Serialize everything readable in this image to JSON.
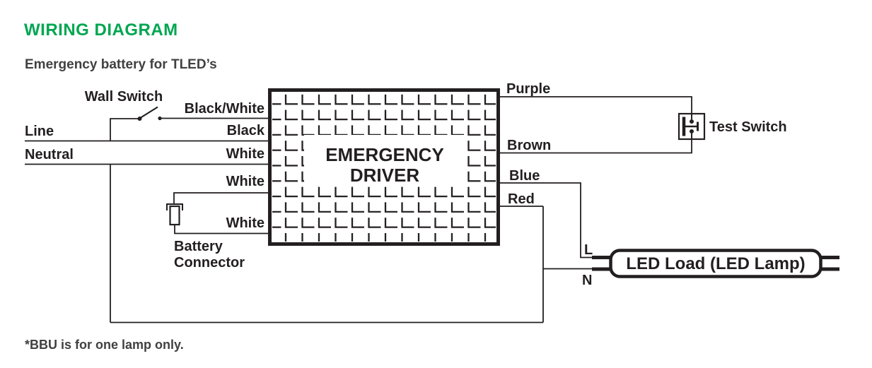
{
  "title": "WIRING DIAGRAM",
  "subtitle": "Emergency battery for TLED’s",
  "footnote": "*BBU is for one lamp only.",
  "colors": {
    "title_green": "#00A651",
    "diagram_ink": "#231F20",
    "text_dark": "#414042",
    "background": "#ffffff"
  },
  "labels": {
    "wall_switch": "Wall Switch",
    "line": "Line",
    "neutral": "Neutral",
    "battery_connector_line1": "Battery",
    "battery_connector_line2": "Connector",
    "test_switch": "Test Switch",
    "lamp_l": "L",
    "lamp_n": "N"
  },
  "driver": {
    "line1": "EMERGENCY",
    "line2": "DRIVER"
  },
  "led_load": {
    "label": "LED Load (LED Lamp)"
  },
  "wires": {
    "input": [
      {
        "label": "Black/White"
      },
      {
        "label": "Black"
      },
      {
        "label": "White"
      },
      {
        "label": "White"
      },
      {
        "label": "White"
      }
    ],
    "output": [
      {
        "label": "Purple"
      },
      {
        "label": "Brown"
      },
      {
        "label": "Blue"
      },
      {
        "label": "Red"
      }
    ]
  }
}
